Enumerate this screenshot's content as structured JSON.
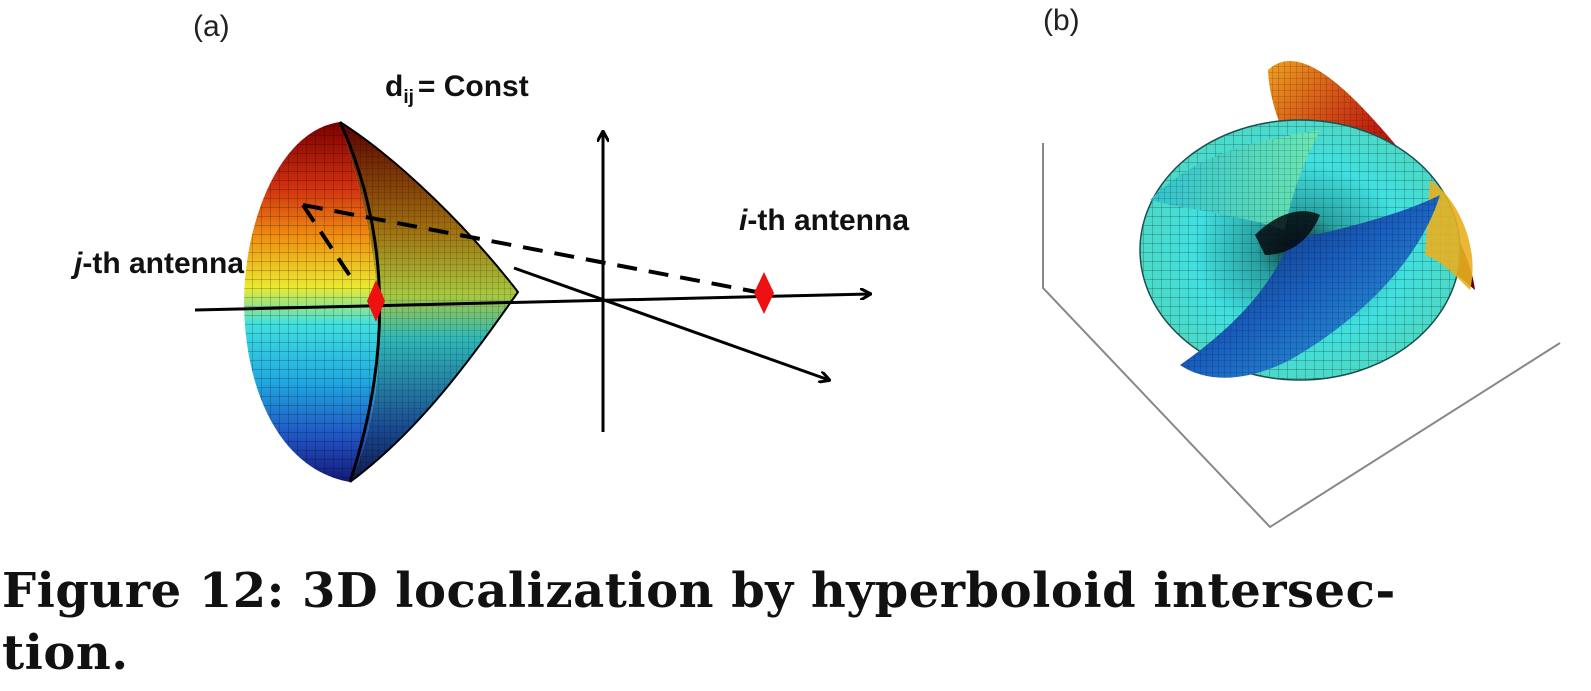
{
  "panels": {
    "a": {
      "label": "(a)"
    },
    "b": {
      "label": "(b)"
    }
  },
  "annotations": {
    "dij_main": "d",
    "dij_sub": "ij",
    "dij_rest": "= Const",
    "i_italic": "i",
    "i_rest": "-th antenna",
    "j_italic": "j",
    "j_rest": "-th antenna"
  },
  "caption": {
    "line1": "Figure 12: 3D localization by hyperboloid intersec-",
    "line2": "tion."
  },
  "colors": {
    "antenna_marker": "#ee1111",
    "axis": "#000000",
    "surface_red": "#8b0000",
    "surface_yellow": "#e8e820",
    "surface_cyan": "#30d8d8",
    "surface_blue": "#1a2a90",
    "box_edge": "#888888"
  }
}
